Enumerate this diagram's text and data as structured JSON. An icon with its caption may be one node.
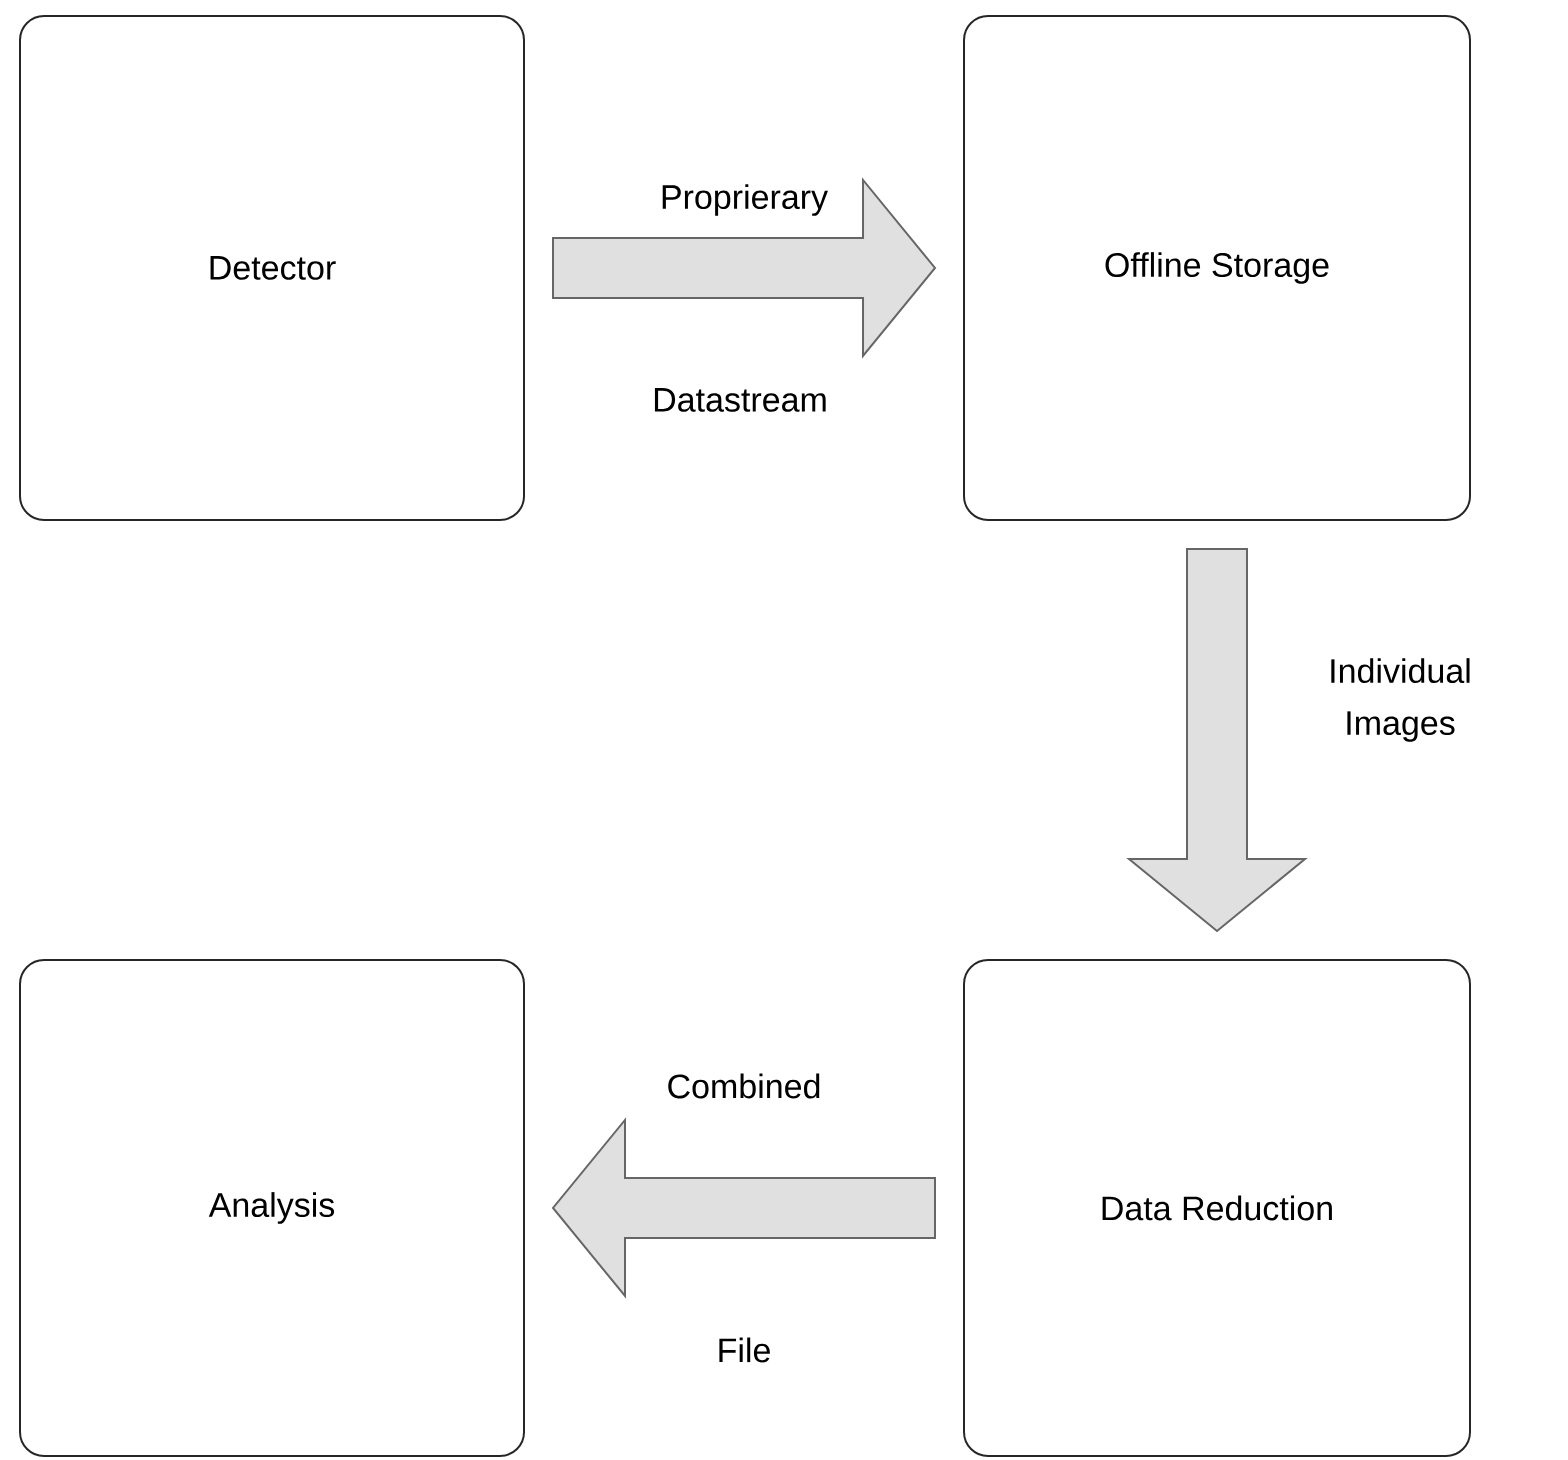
{
  "diagram": {
    "nodes": [
      {
        "text": [
          "Detector"
        ]
      },
      {
        "text": [
          "Offline Storage"
        ]
      },
      {
        "text": [
          "Data Reduction"
        ]
      },
      {
        "text": [
          "Analysis"
        ]
      }
    ],
    "edges": [
      {
        "from": 0,
        "to": 1,
        "arrow": "to"
      },
      {
        "from": 1,
        "to": 2,
        "arrow": "to",
        "label": "Individual Images"
      },
      {
        "from": 2,
        "to": 3,
        "arrow": "to"
      }
    ],
    "labels": [
      "Proprierary",
      "Datastream",
      "Combined",
      "File"
    ]
  }
}
